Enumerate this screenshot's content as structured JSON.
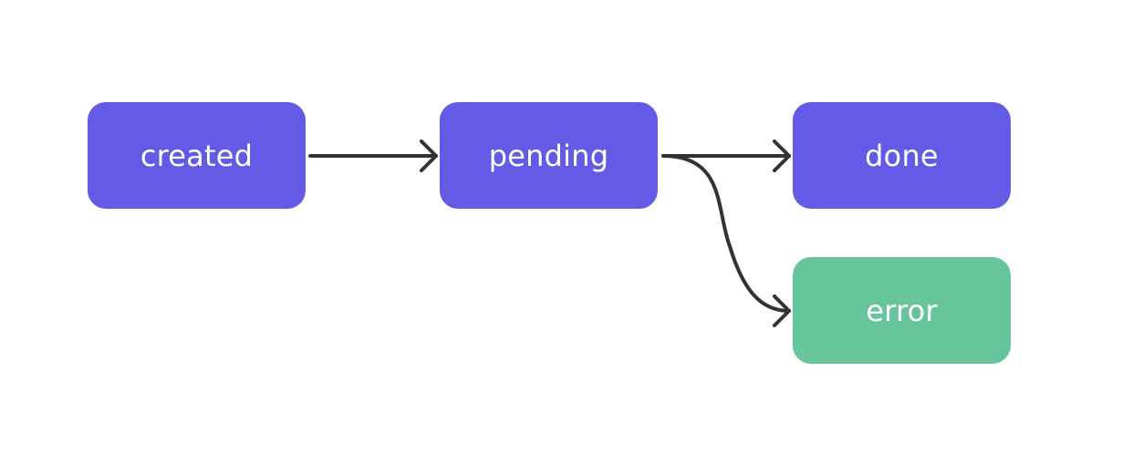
{
  "nodes": {
    "created": {
      "label": "created",
      "color": "#635BE6"
    },
    "pending": {
      "label": "pending",
      "color": "#635BE6"
    },
    "done": {
      "label": "done",
      "color": "#635BE6"
    },
    "error": {
      "label": "error",
      "color": "#66C59D"
    }
  },
  "edges": [
    {
      "from": "created",
      "to": "pending"
    },
    {
      "from": "pending",
      "to": "done"
    },
    {
      "from": "pending",
      "to": "error"
    }
  ],
  "edge_color": "#333333"
}
